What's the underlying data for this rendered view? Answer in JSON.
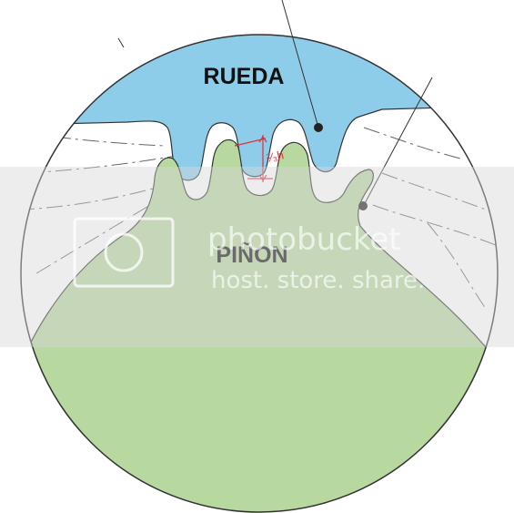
{
  "labels": {
    "wheel": "RUEDA",
    "pinion": "PIÑON",
    "dimension": "²⁄₃h"
  },
  "watermark": {
    "main": "photobucket",
    "sub": "host. store. share."
  },
  "colors": {
    "wheel_fill": "#8ecdea",
    "pinion_fill": "#b7d89e",
    "outline": "#333333",
    "dimension": "#e0303a",
    "watermark_band": "#d8d8d8"
  }
}
